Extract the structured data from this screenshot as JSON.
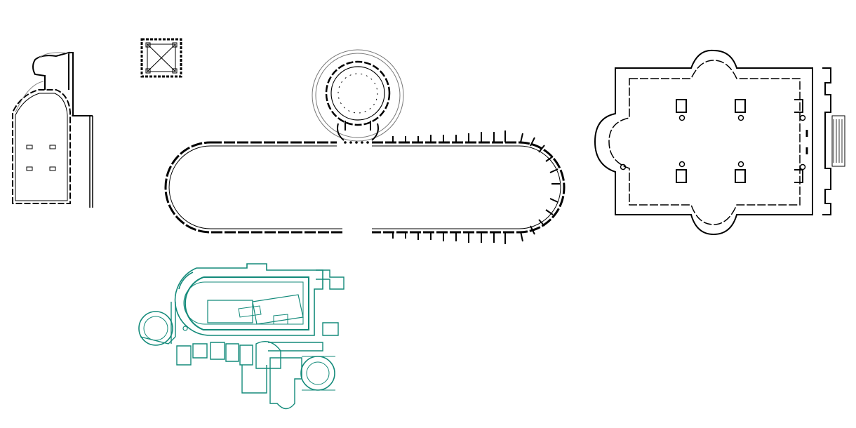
{
  "drawing": {
    "colors": {
      "ink": "#000000",
      "secondary_ink": "#777777",
      "teal_ink": "#138a7a",
      "background": "#ffffff"
    },
    "plans": [
      {
        "id": "basilica-church",
        "color": "ink"
      },
      {
        "id": "square-tower",
        "color": "ink"
      },
      {
        "id": "circus-stadium",
        "color": "ink"
      },
      {
        "id": "rotunda-mausoleum",
        "color": "ink"
      },
      {
        "id": "cruciform-church",
        "color": "ink"
      },
      {
        "id": "palace-complex",
        "color": "teal_ink"
      }
    ]
  }
}
